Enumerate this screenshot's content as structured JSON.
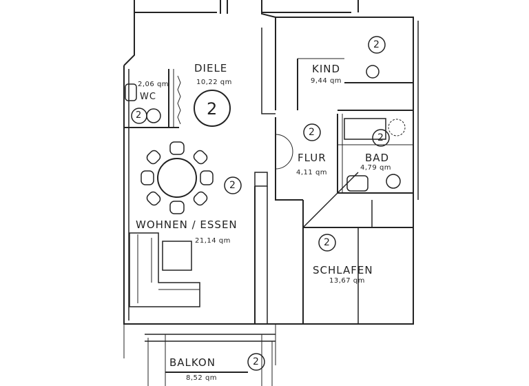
{
  "plan": {
    "rooms": [
      {
        "id": "diele",
        "name": "DIELE",
        "area": "10,22 qm",
        "marker": "2"
      },
      {
        "id": "wc",
        "name": "WC",
        "area": "2,06 qm",
        "marker": "2"
      },
      {
        "id": "kind",
        "name": "KIND",
        "area": "9,44 qm",
        "marker": "2"
      },
      {
        "id": "flur",
        "name": "FLUR",
        "area": "4,11 qm",
        "marker": "2"
      },
      {
        "id": "bad",
        "name": "BAD",
        "area": "4,79 qm",
        "marker": "2"
      },
      {
        "id": "wohnen",
        "name": "WOHNEN / ESSEN",
        "area": "21,14 qm",
        "marker": "2"
      },
      {
        "id": "schlafen",
        "name": "SCHLAFEN",
        "area": "13,67 qm",
        "marker": "2"
      },
      {
        "id": "balkon",
        "name": "BALKON",
        "area": "8,52 qm",
        "marker": "2"
      }
    ],
    "colors": {
      "ink": "#222222",
      "paper": "#ffffff"
    }
  }
}
